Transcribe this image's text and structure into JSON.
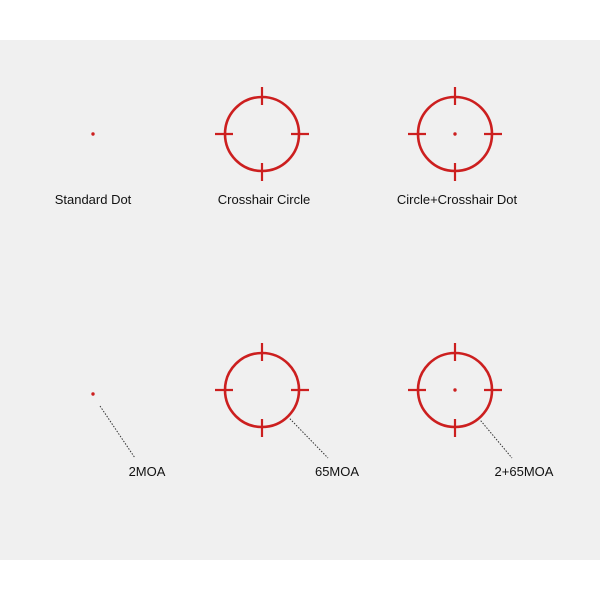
{
  "colors": {
    "reticle": "#cc1f1f",
    "background": "#f0f0f0",
    "pointer": "#333333",
    "text": "#111111"
  },
  "reticles": [
    {
      "id": "standard-dot",
      "label": "Standard Dot",
      "type": "dot"
    },
    {
      "id": "crosshair-circle",
      "label": "Crosshair Circle",
      "type": "circle"
    },
    {
      "id": "circle-crosshair-dot",
      "label": "Circle+Crosshair Dot",
      "type": "circle-dot"
    },
    {
      "id": "dot-2moa",
      "label": "2MOA",
      "type": "dot",
      "callout": true
    },
    {
      "id": "circle-65moa",
      "label": "65MOA",
      "type": "circle",
      "callout": true
    },
    {
      "id": "combo-2-65moa",
      "label": "2+65MOA",
      "type": "circle-dot",
      "callout": true
    }
  ]
}
